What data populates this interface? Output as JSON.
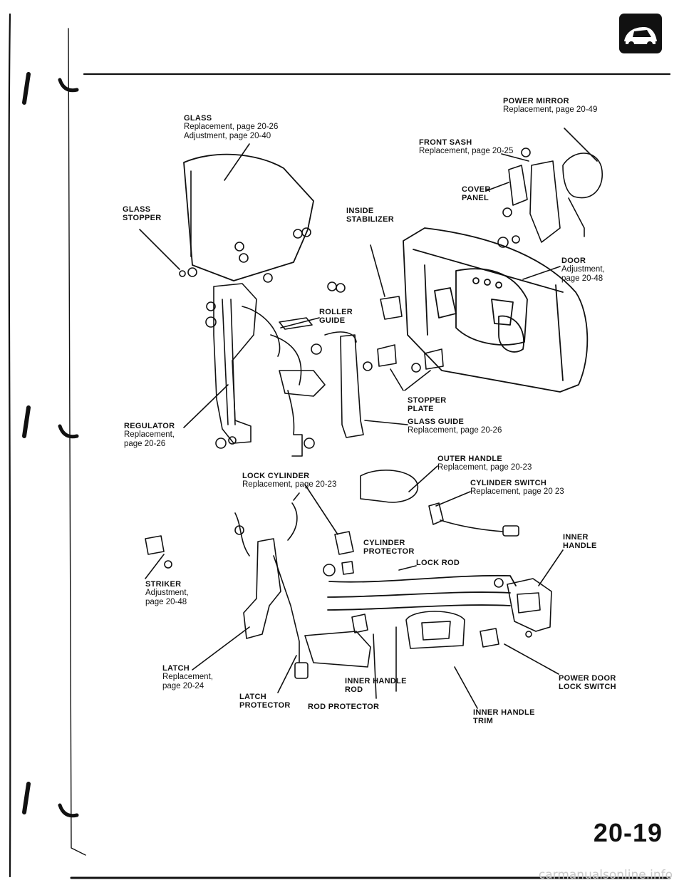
{
  "page_number": "20-19",
  "watermark": "carmanualsonline.info",
  "labels": {
    "glass": {
      "title": "GLASS",
      "line1": "Replacement, page 20-26",
      "line2": "Adjustment, page 20-40"
    },
    "power_mirror": {
      "title": "POWER MIRROR",
      "line1": "Replacement, page 20-49"
    },
    "front_sash": {
      "title": "FRONT SASH",
      "line1": "Replacement, page 20-25"
    },
    "cover_panel": {
      "line1": "COVER",
      "line2": "PANEL"
    },
    "glass_stopper": {
      "line1": "GLASS",
      "line2": "STOPPER"
    },
    "inside_stabilizer": {
      "line1": "INSIDE",
      "line2": "STABILIZER"
    },
    "door": {
      "title": "DOOR",
      "line1": "Adjustment,",
      "line2": "page 20-48"
    },
    "roller_guide": {
      "line1": "ROLLER",
      "line2": "GUIDE"
    },
    "stopper_plate": {
      "line1": "STOPPER",
      "line2": "PLATE"
    },
    "regulator": {
      "title": "REGULATOR",
      "line1": "Replacement,",
      "line2": "page 20-26"
    },
    "glass_guide": {
      "title": "GLASS GUIDE",
      "line1": "Replacement, page 20-26"
    },
    "outer_handle": {
      "title": "OUTER HANDLE",
      "line1": "Replacement, page 20-23"
    },
    "lock_cylinder": {
      "title": "LOCK CYLINDER",
      "line1": "Replacement, page 20-23"
    },
    "cylinder_switch": {
      "title": "CYLINDER SWITCH",
      "line1": "Replacement, page 20 23"
    },
    "cylinder_protector": {
      "line1": "CYLINDER",
      "line2": "PROTECTOR"
    },
    "inner_handle": {
      "line1": "INNER",
      "line2": "HANDLE"
    },
    "lock_rod": {
      "title": "LOCK ROD"
    },
    "striker": {
      "title": "STRIKER",
      "line1": "Adjustment,",
      "line2": "page 20-48"
    },
    "latch": {
      "title": "LATCH",
      "line1": "Replacement,",
      "line2": "page 20-24"
    },
    "inner_handle_rod": {
      "line1": "INNER HANDLE",
      "line2": "ROD"
    },
    "power_door_lock_switch": {
      "line1": "POWER DOOR",
      "line2": "LOCK SWITCH"
    },
    "latch_protector": {
      "line1": "LATCH",
      "line2": "PROTECTOR"
    },
    "rod_protector": {
      "title": "ROD PROTECTOR"
    },
    "inner_handle_trim": {
      "line1": "INNER HANDLE",
      "line2": "TRIM"
    }
  }
}
